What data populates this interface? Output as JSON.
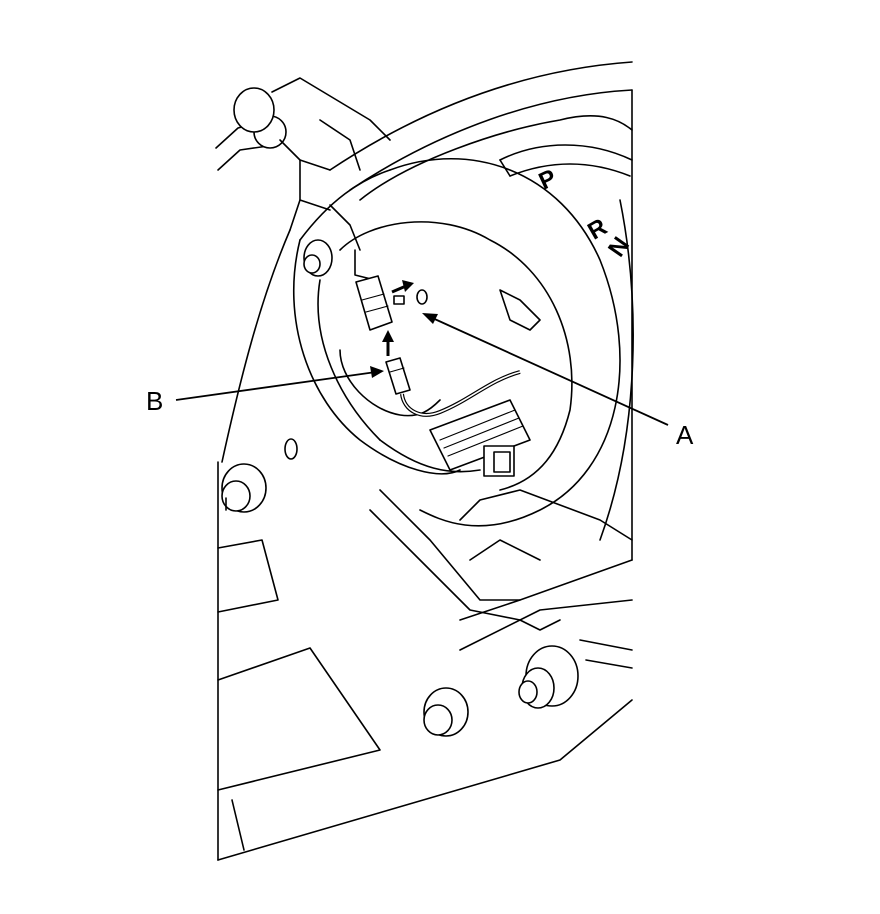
{
  "callouts": {
    "a": "A",
    "b": "B"
  },
  "gear_indicator": {
    "p": "P",
    "r": "R",
    "n": "N"
  },
  "colors": {
    "line": "#000000",
    "background": "#ffffff"
  }
}
